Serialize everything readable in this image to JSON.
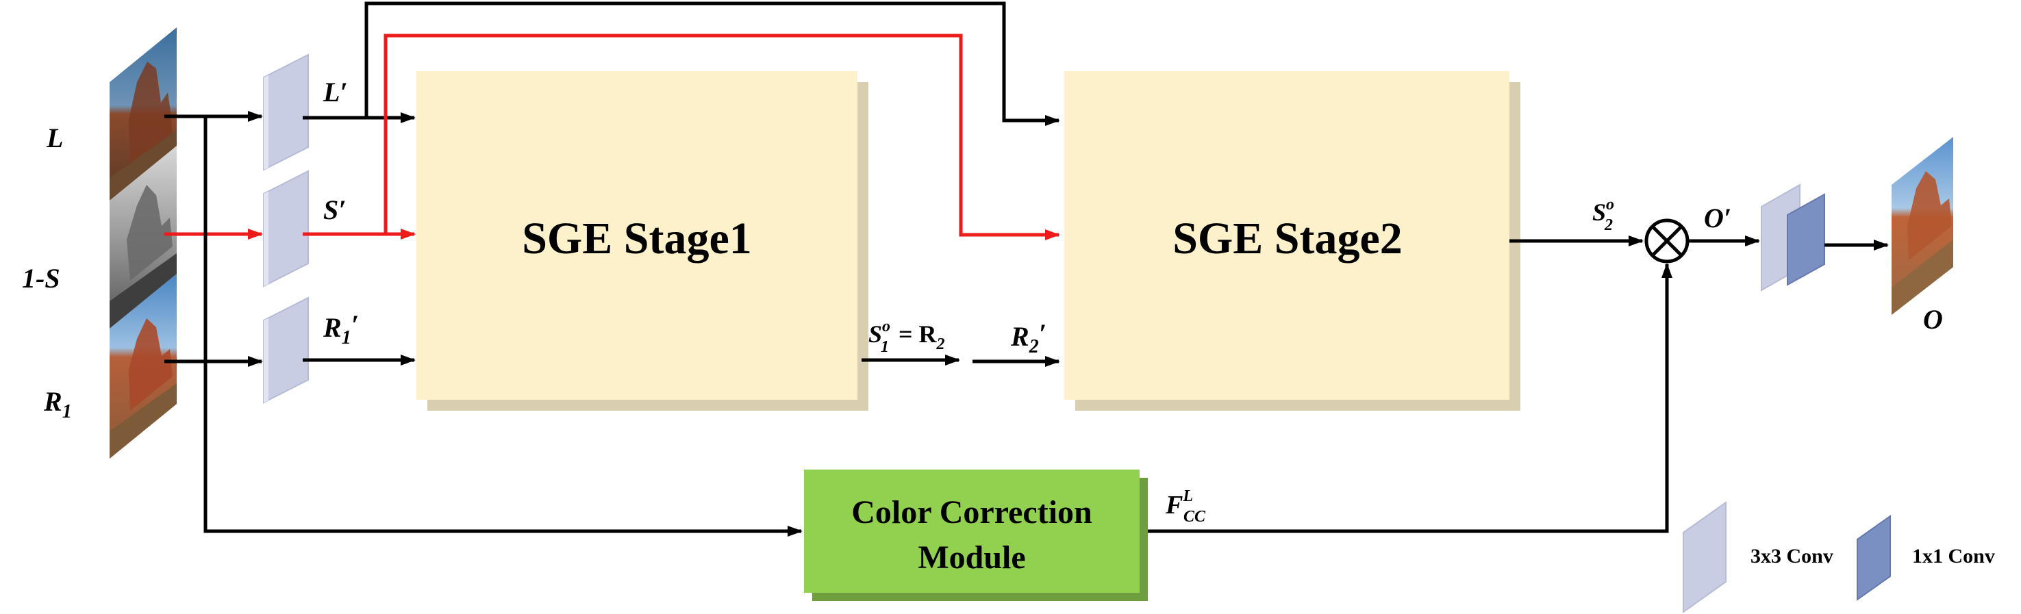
{
  "inputs": {
    "l_label": "L",
    "s_label": "1-S",
    "r1_label": "R",
    "r1_sub": "1"
  },
  "features": {
    "l_prime": "L′",
    "s_prime": "S′",
    "r1_prime": "R",
    "r1_prime_sub": "1",
    "r1_prime_mark": "′"
  },
  "stages": {
    "stage1_title": "SGE Stage1",
    "stage2_title": "SGE Stage2",
    "stage1_output": {
      "s": "S",
      "sup": "o",
      "sub": "1",
      "eq": "= R",
      "eq_sub": "2"
    },
    "stage2_input": {
      "r": "R",
      "sub": "2",
      "mark": "′"
    },
    "stage2_output": {
      "s": "S",
      "sup": "o",
      "sub": "2"
    }
  },
  "color_correction": {
    "line1": "Color Correction",
    "line2": "Module",
    "output": {
      "f": "F",
      "sup": "L",
      "sub": "CC"
    }
  },
  "output": {
    "o_prime": "O′",
    "o_label": "O"
  },
  "legend": {
    "conv3": "3x3 Conv",
    "conv1": "1x1 Conv"
  },
  "colors": {
    "stage_fill": "#fdf1cc",
    "cc_fill": "#92d050",
    "conv3_fill": "#c9cde3",
    "conv1_fill": "#7a8fc2",
    "red_arrow": "#ee1b1b"
  }
}
